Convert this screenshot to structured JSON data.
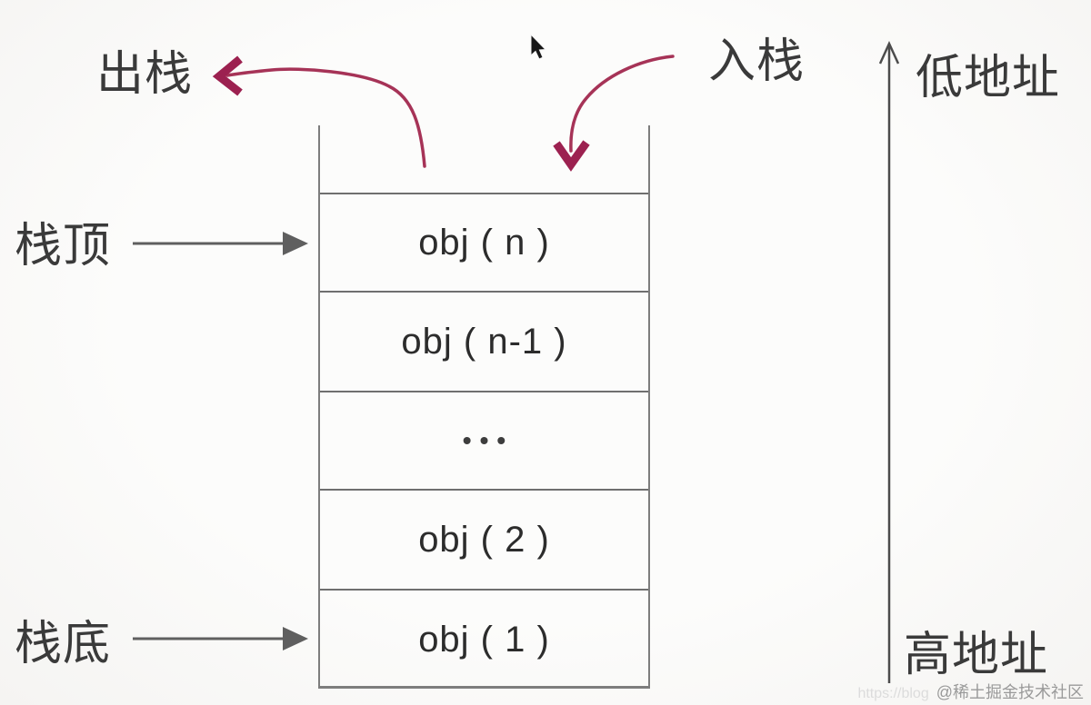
{
  "diagram": {
    "pop_label": "出栈",
    "push_label": "入栈",
    "stack_top_label": "栈顶",
    "stack_bottom_label": "栈底",
    "low_address_label": "低地址",
    "high_address_label": "高地址",
    "stack": {
      "cells": [
        "obj ( n )",
        "obj ( n-1 )",
        "•••",
        "obj ( 2 )",
        "obj ( 1 )"
      ]
    },
    "colors": {
      "arrow_crimson": "#a63357",
      "arrow_head_crimson": "#9c2150",
      "line_gray": "#6f6f6f",
      "text_dark": "#3a3a3a"
    },
    "watermark_url": "https://blog",
    "watermark_credit": "@稀土掘金技术社区"
  }
}
